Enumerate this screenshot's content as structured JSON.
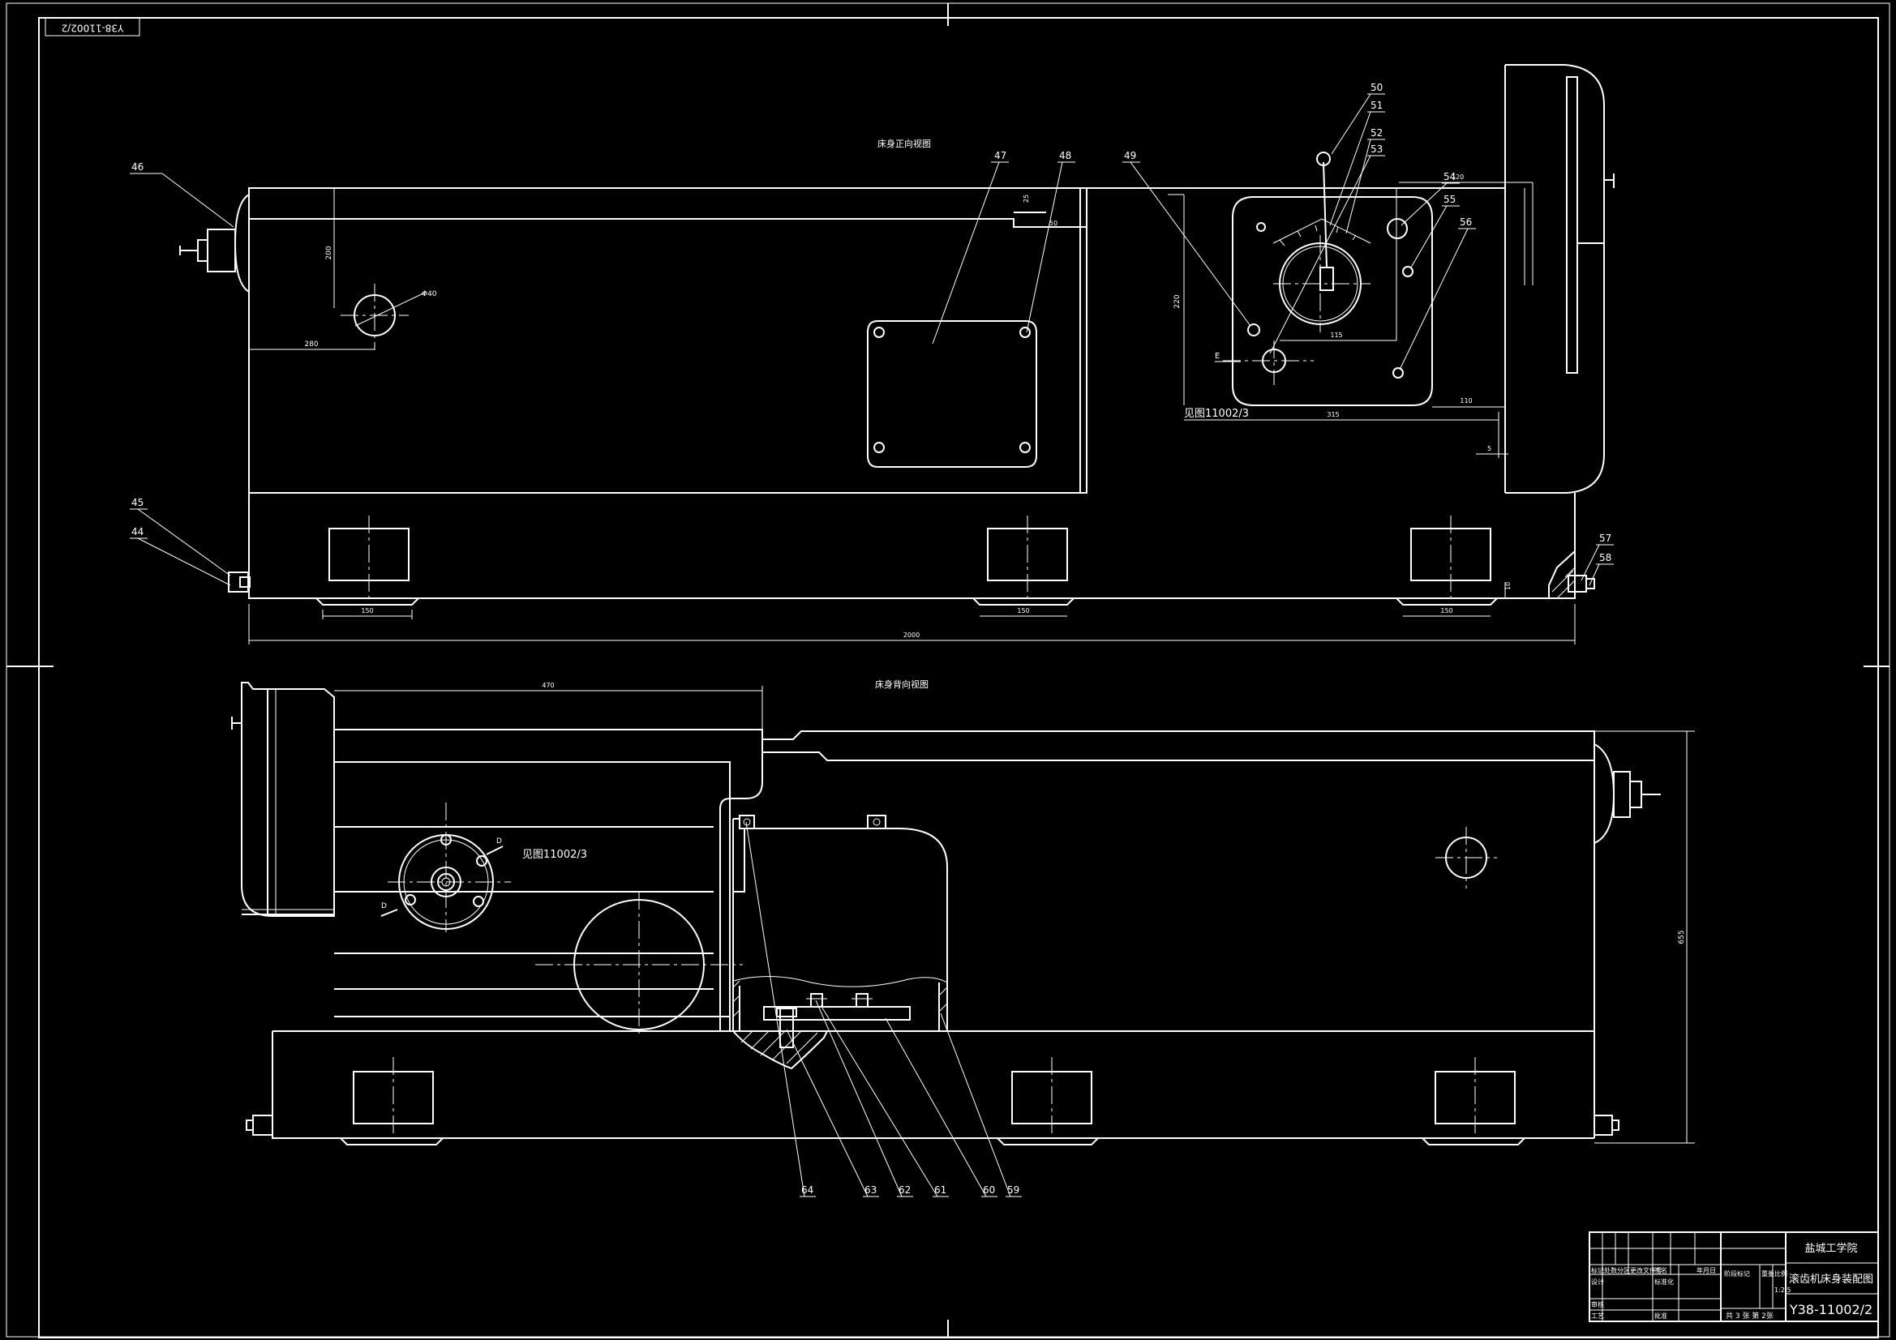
{
  "drawing": {
    "stamp_code": "Y38-11002/2",
    "view_top_title": "床身正向视图",
    "view_bottom_title": "床身背向视图",
    "ref_note_top": "见图11002/3",
    "ref_note_bottom": "见图11002/3",
    "section_mark_e": "E",
    "section_mark_d": "D"
  },
  "balloons_top": [
    "46",
    "47",
    "48",
    "49",
    "50",
    "51",
    "52",
    "53",
    "54",
    "55",
    "56",
    "45",
    "44",
    "57",
    "58"
  ],
  "balloons_bottom": [
    "64",
    "63",
    "62",
    "61",
    "60",
    "59"
  ],
  "dimensions_top": {
    "d200": "200",
    "d280": "280",
    "d_hole": "Φ40",
    "d25": "25",
    "d50": "50",
    "d150a": "150",
    "d150b": "150",
    "d150c": "150",
    "d2000": "2000",
    "d10": "10",
    "d315": "315",
    "d110": "110",
    "d115": "115",
    "d120": "120",
    "d220": "220",
    "d5": "5"
  },
  "dimensions_bottom": {
    "d470": "470",
    "d655": "655"
  },
  "title_block": {
    "school": "盐城工学院",
    "drawing_name": "滚齿机床身装配图",
    "drawing_number": "Y38-11002/2",
    "header_cells": [
      "标记",
      "处数",
      "分区",
      "更改文件号",
      "签名",
      "年月日"
    ],
    "design_label": "设计",
    "standard_label": "标准化",
    "review_label": "审核",
    "process_label": "工艺",
    "approve_label": "批准",
    "stage_label": "阶段标记",
    "weight_label": "重量",
    "scale_label": "比例",
    "scale_value": "1:2.5",
    "sheets_label": "共 3 张 第 2张"
  }
}
